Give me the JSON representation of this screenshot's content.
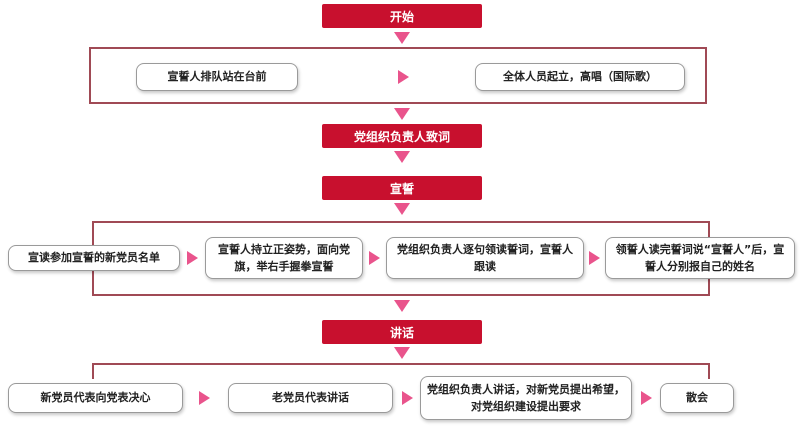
{
  "flow": {
    "start": "开始",
    "row1": [
      "宣誓人排队站在台前",
      "全体人员起立，高唱（国际歌）"
    ],
    "speech_header": "党组织负责人致词",
    "oath_header": "宣誓",
    "row2": [
      "宣读参加宣誓的新党员名单",
      "宣誓人持立正姿势，面向党旗，举右手握拳宣誓",
      "党组织负责人逐句领读誓词，宣誓人跟读",
      "领誓人读完誓词说“宣誓人”后，宣誓人分别报自己的姓名"
    ],
    "talk_header": "讲话",
    "row3": [
      "新党员代表向党表决心",
      "老党员代表讲话",
      "党组织负责人讲话，对新党员提出希望，对党组织建设提出要求",
      "散会"
    ]
  },
  "colors": {
    "header": "#c8102e",
    "arrow": "#e9548c",
    "line": "#a04a55",
    "box_border": "#9a9a9a"
  }
}
